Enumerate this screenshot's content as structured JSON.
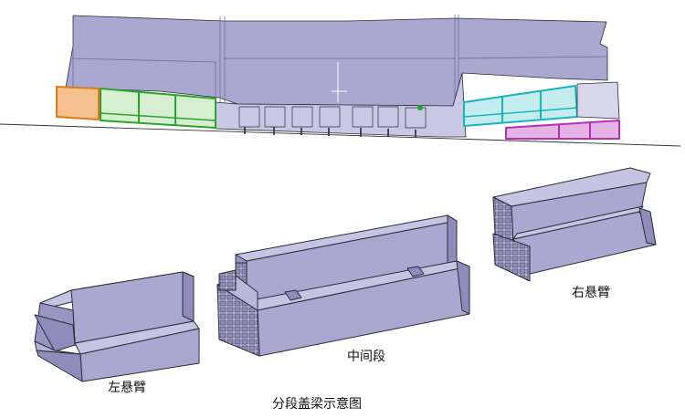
{
  "labels": {
    "left_cantilever": "左悬臂",
    "middle_segment": "中间段",
    "right_cantilever": "右悬臂",
    "caption": "分段盖梁示意图"
  },
  "colors": {
    "body": "#a9a8d0",
    "body_dark": "#8e8cbb",
    "body_light": "#c5c4e2",
    "outline": "#2b2b3a",
    "left_end": "#e07a1e",
    "left_green": "#2fa12f",
    "right_cyan": "#19b3b8",
    "right_magenta": "#b82db8"
  }
}
